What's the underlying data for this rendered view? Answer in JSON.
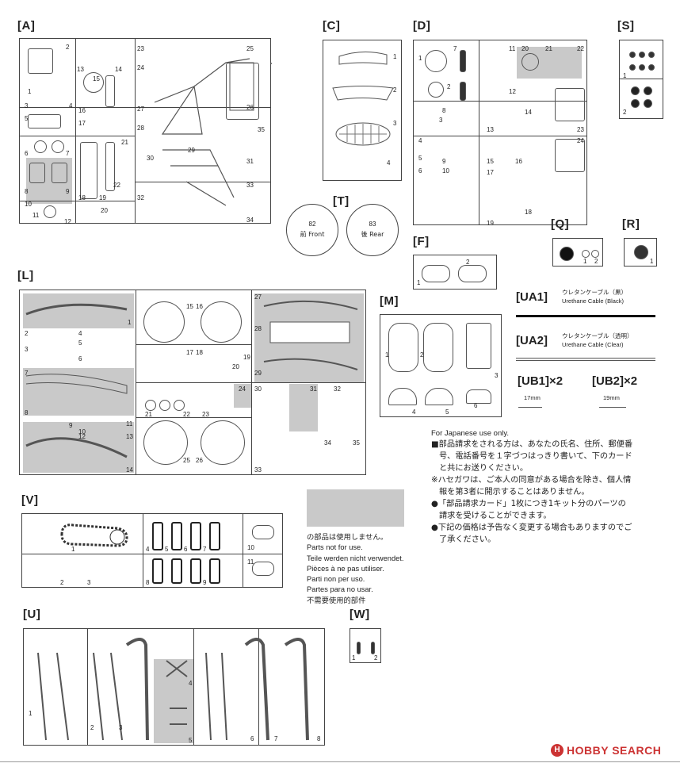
{
  "sprues": {
    "A": {
      "label": "[A]",
      "numbers": [
        "1",
        "2",
        "3",
        "4",
        "5",
        "6",
        "7",
        "8",
        "9",
        "10",
        "11",
        "12",
        "13",
        "14",
        "15",
        "16",
        "17",
        "18",
        "19",
        "20",
        "21",
        "22",
        "23",
        "24",
        "25",
        "26",
        "27",
        "28",
        "29",
        "30",
        "31",
        "32",
        "33",
        "34",
        "35"
      ]
    },
    "C": {
      "label": "[C]",
      "numbers": [
        "1",
        "2",
        "3",
        "4"
      ]
    },
    "D": {
      "label": "[D]",
      "numbers": [
        "1",
        "2",
        "3",
        "4",
        "5",
        "6",
        "7",
        "8",
        "9",
        "10",
        "11",
        "12",
        "13",
        "14",
        "15",
        "16",
        "17",
        "18",
        "19",
        "20",
        "21",
        "22",
        "23",
        "24"
      ]
    },
    "S": {
      "label": "[S]",
      "numbers": [
        "1",
        "2"
      ]
    },
    "T": {
      "label": "[T]",
      "front_num": "82",
      "front_label": "前 Front",
      "rear_num": "83",
      "rear_label": "後 Rear"
    },
    "F": {
      "label": "[F]",
      "numbers": [
        "1",
        "2"
      ]
    },
    "Q": {
      "label": "[Q]",
      "numbers": [
        "1",
        "2"
      ]
    },
    "R": {
      "label": "[R]",
      "numbers": [
        "1"
      ]
    },
    "L": {
      "label": "[L]",
      "numbers": [
        "1",
        "2",
        "3",
        "4",
        "5",
        "6",
        "7",
        "8",
        "9",
        "10",
        "11",
        "12",
        "13",
        "14",
        "15",
        "16",
        "17",
        "18",
        "19",
        "20",
        "21",
        "22",
        "23",
        "24",
        "25",
        "26",
        "27",
        "28",
        "29",
        "30",
        "31",
        "32",
        "33",
        "34",
        "35"
      ]
    },
    "M": {
      "label": "[M]",
      "numbers": [
        "1",
        "2",
        "3",
        "4",
        "5",
        "6"
      ]
    },
    "V": {
      "label": "[V]",
      "numbers": [
        "1",
        "2",
        "3",
        "4",
        "5",
        "6",
        "7",
        "8",
        "9",
        "10",
        "11"
      ]
    },
    "U": {
      "label": "[U]",
      "numbers": [
        "1",
        "2",
        "3",
        "4",
        "5",
        "6",
        "7",
        "8"
      ]
    },
    "W": {
      "label": "[W]",
      "numbers": [
        "1",
        "2"
      ]
    }
  },
  "cables": {
    "ua1": {
      "code": "[UA1]",
      "jp": "ウレタンケーブル（黒）",
      "en": "Urethane Cable (Black)"
    },
    "ua2": {
      "code": "[UA2]",
      "jp": "ウレタンケーブル（透明）",
      "en": "Urethane Cable (Clear)"
    },
    "ub1": {
      "code": "[UB1]×2",
      "size": "17mm"
    },
    "ub2": {
      "code": "[UB2]×2",
      "size": "19mm"
    }
  },
  "not_used": {
    "lines": [
      "の部品は使用しません。",
      "Parts not for use.",
      "Teile werden nicht verwendet.",
      "Pièces à ne pas utiliser.",
      "Parti non per uso.",
      "Partes para no usar.",
      "不需要使用的部件"
    ]
  },
  "japanese_notice": {
    "heading": "For Japanese use only.",
    "lines": [
      "■部品請求をされる方は、あなたの氏名、住所、郵便番",
      "号、電話番号を１字づつはっきり書いて、下のカード",
      "と共にお送りください。",
      "※ハセガワは、ご本人の同意がある場合を除き、個人情",
      "報を第3者に開示することはありません。",
      "●「部品請求カード」1枚につき1キット分のパーツの",
      "請求を受けることができます。",
      "●下記の価格は予告なく変更する場合もありますのでご",
      "了承ください。"
    ]
  },
  "watermark": {
    "text": "HOBBY SEARCH"
  },
  "colors": {
    "unused_gray": "#c9c9c9",
    "line": "#444444"
  }
}
